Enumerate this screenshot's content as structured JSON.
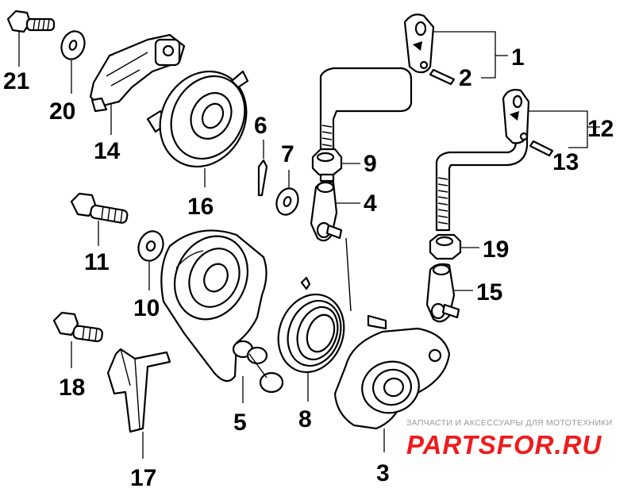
{
  "callouts": [
    {
      "id": "1",
      "label": "1"
    },
    {
      "id": "2",
      "label": "2"
    },
    {
      "id": "3",
      "label": "3"
    },
    {
      "id": "4",
      "label": "4"
    },
    {
      "id": "5",
      "label": "5"
    },
    {
      "id": "6",
      "label": "6"
    },
    {
      "id": "7",
      "label": "7"
    },
    {
      "id": "8",
      "label": "8"
    },
    {
      "id": "9",
      "label": "9"
    },
    {
      "id": "10",
      "label": "10"
    },
    {
      "id": "11",
      "label": "11"
    },
    {
      "id": "12",
      "label": "12"
    },
    {
      "id": "13",
      "label": "13"
    },
    {
      "id": "14",
      "label": "14"
    },
    {
      "id": "15",
      "label": "15"
    },
    {
      "id": "16",
      "label": "16"
    },
    {
      "id": "17",
      "label": "17"
    },
    {
      "id": "18",
      "label": "18"
    },
    {
      "id": "19",
      "label": "19"
    },
    {
      "id": "20",
      "label": "20"
    },
    {
      "id": "21",
      "label": "21"
    }
  ],
  "watermark": {
    "tagline": "ЗАПЧАСТИ И АКСЕССУАРЫ ДЛЯ МОТОТЕХНИКИ",
    "logo": "PARTSFOR.RU",
    "logo_color": "#ee1c1c"
  }
}
